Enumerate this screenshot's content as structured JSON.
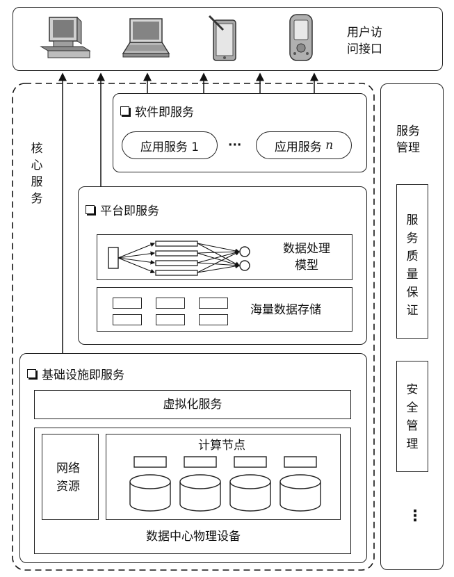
{
  "user_access": {
    "label": "用户访问接口",
    "devices": [
      "desktop-computer",
      "laptop",
      "tablet",
      "smartphone"
    ]
  },
  "core_services": {
    "label": "核心服务"
  },
  "service_management": {
    "label": "服务管理",
    "items": [
      "服务质量保证",
      "安全管理"
    ],
    "more": "⋮"
  },
  "saas": {
    "title": "软件即服务",
    "app_first": "应用服务 1",
    "ellipsis": "···",
    "app_last_prefix": "应用服务 ",
    "app_last_n": "n"
  },
  "paas": {
    "title": "平台即服务",
    "model_label": "数据处理模型",
    "storage_label": "海量数据存储"
  },
  "iaas": {
    "title": "基础设施即服务",
    "virtualization": "虚拟化服务",
    "network_resources": "网络资源",
    "compute_nodes": "计算节点",
    "datacenter": "数据中心物理设备"
  }
}
